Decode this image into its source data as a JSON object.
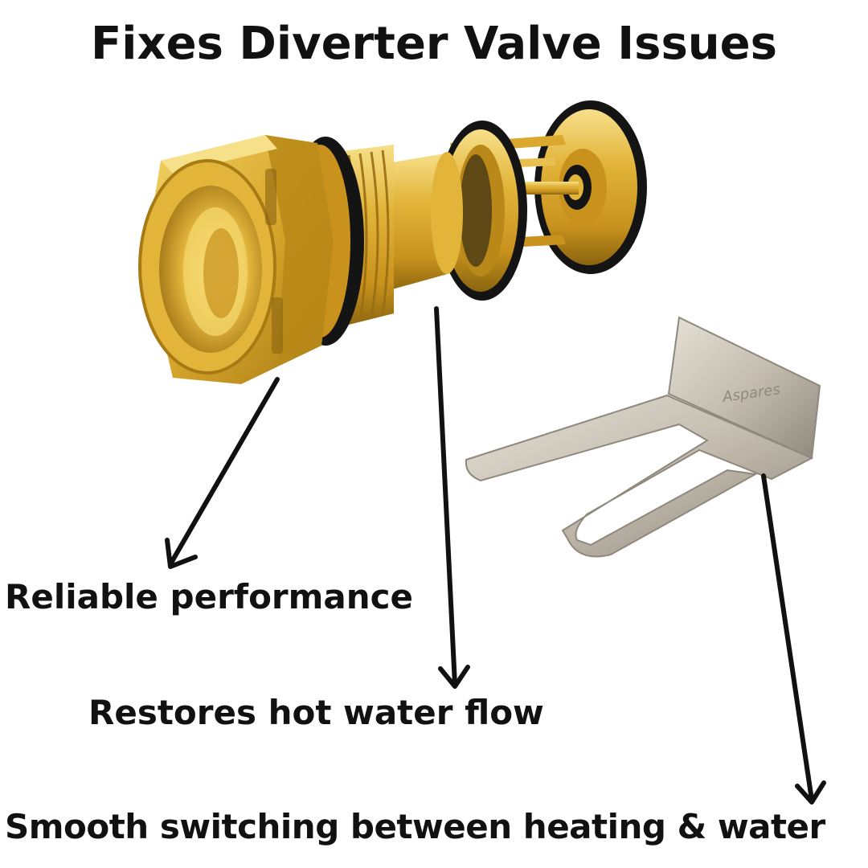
{
  "headline": "Fixes Diverter Valve Issues",
  "callouts": {
    "reliable": "Reliable performance",
    "restores": "Restores hot water flow",
    "smooth": "Smooth switching between heating & water"
  },
  "watermark": "Aspares",
  "colors": {
    "text": "#111111",
    "brass_light": "#f3d46a",
    "brass_mid": "#d6a52a",
    "brass_dark": "#8a6410",
    "oring": "#141414",
    "steel_light": "#d9d4c8",
    "steel_dark": "#9a9387"
  },
  "icons": [
    "diverter-valve-cartridge-image",
    "retaining-clip-image",
    "arrow-icon"
  ]
}
